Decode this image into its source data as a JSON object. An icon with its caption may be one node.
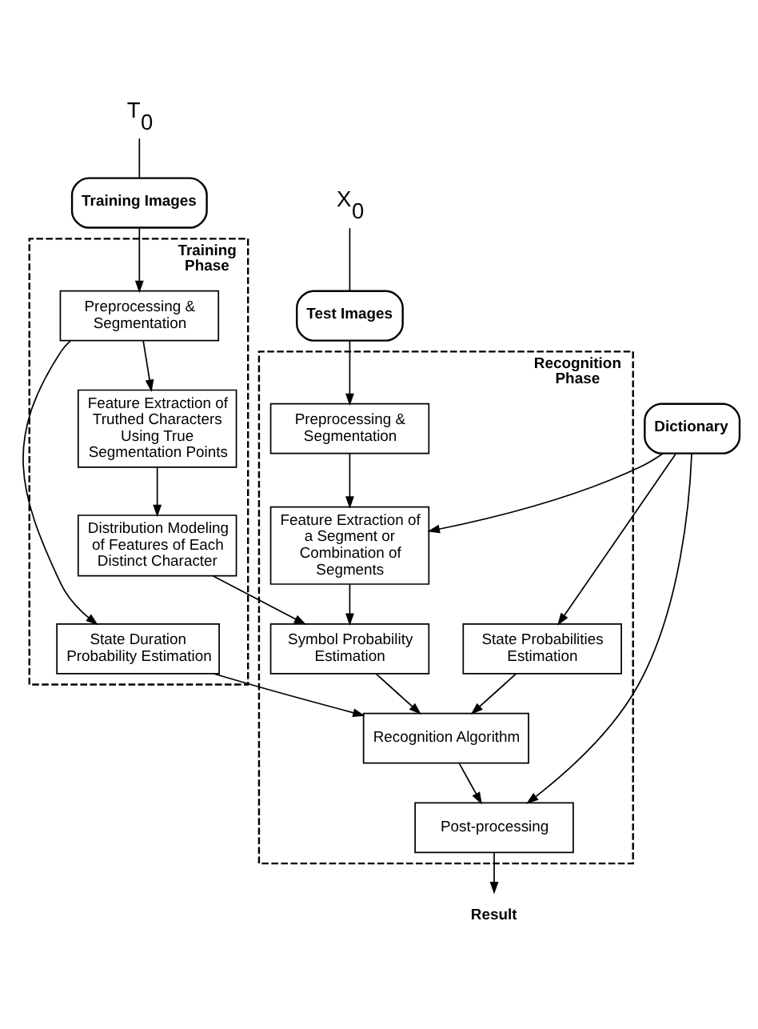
{
  "diagram": {
    "nodes": [
      {
        "text": [
          "T$_{0}$"
        ]
      },
      {
        "text": [
          "Training Images"
        ]
      },
      {
        "text": [
          "X$_{0}$"
        ]
      },
      {
        "text": [
          "Test Images"
        ]
      },
      {
        "text": [
          "Dictionary"
        ]
      },
      {
        "text": [
          "Training Phase"
        ]
      },
      {
        "text": [
          "Preprocessing & Segmentation"
        ],
        "in": 5
      },
      {
        "text": [
          "Feature Extraction of Truthed Characters Using True Segmentation Points"
        ],
        "in": 5
      },
      {
        "text": [
          "Distribution Modeling of Features of Each Distinct Character"
        ],
        "in": 5
      },
      {
        "text": [
          "State Duration Probability Estimation"
        ],
        "in": 5
      },
      {
        "text": [
          "Recognition Phase"
        ]
      },
      {
        "text": [
          "Preprocessing & Segmentation"
        ],
        "in": 10
      },
      {
        "text": [
          "Feature Extraction of a Segment or Combination of Segments"
        ],
        "in": 10
      },
      {
        "text": [
          "Symbol Probability Estimation"
        ],
        "in": 10
      },
      {
        "text": [
          "Recognition Algorithm"
        ],
        "in": 10
      },
      {
        "text": [
          "State Probabilities Estimation"
        ],
        "in": 10
      },
      {
        "text": [
          "Post-processing"
        ],
        "in": 10
      },
      {
        "text": [
          "Result"
        ]
      }
    ],
    "edges": [
      {
        "from": 0,
        "to": 1,
        "arrow": "none"
      },
      {
        "from": 2,
        "to": 3,
        "arrow": "none"
      },
      {
        "from": 1,
        "to": 6,
        "arrow": "to"
      },
      {
        "from": 3,
        "to": 11,
        "arrow": "to"
      },
      {
        "from": 6,
        "to": 7,
        "arrow": "to"
      },
      {
        "from": 6,
        "to": 9,
        "arrow": "to"
      },
      {
        "from": 7,
        "to": 8,
        "arrow": "to"
      },
      {
        "from": 8,
        "to": 13,
        "arrow": "to"
      },
      {
        "from": 11,
        "to": 12,
        "arrow": "to"
      },
      {
        "from": 4,
        "to": 12,
        "arrow": "to"
      },
      {
        "from": 12,
        "to": 13,
        "arrow": "to"
      },
      {
        "from": 13,
        "to": 14,
        "arrow": "to"
      },
      {
        "from": 9,
        "to": 14,
        "arrow": "to"
      },
      {
        "from": 15,
        "to": 14,
        "arrow": "to"
      },
      {
        "from": 4,
        "to": 15,
        "arrow": "to"
      },
      {
        "from": 14,
        "to": 16,
        "arrow": "to"
      },
      {
        "from": 4,
        "to": 16,
        "arrow": "to"
      },
      {
        "from": 16,
        "to": 17,
        "arrow": "to"
      }
    ]
  }
}
